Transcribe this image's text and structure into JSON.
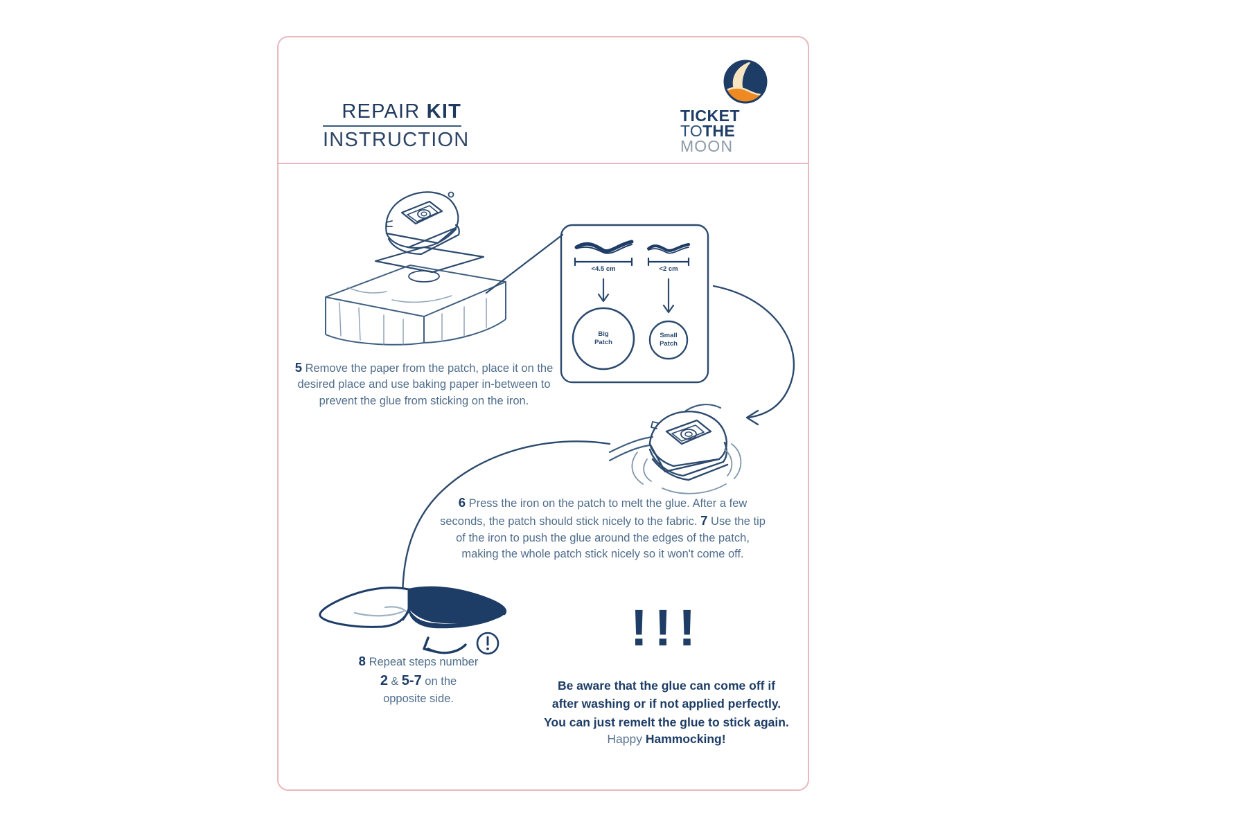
{
  "document": {
    "title_line1_normal": "REPAIR ",
    "title_line1_bold": "KIT",
    "title_line2": "INSTRUCTION"
  },
  "logo": {
    "line1": "TICKET",
    "line2_normal": "TO",
    "line2_bold": "THE",
    "line3": "MOON",
    "mark": "crescent-moon-icon",
    "colors": {
      "navy": "#1d3c66",
      "cream": "#f7e5c2",
      "orange": "#ef8a22"
    }
  },
  "theme": {
    "border": "#e9b8bd",
    "ink_navy": "#1d3c66",
    "body_text": "#4f6d8b",
    "line": "#2c4a6e"
  },
  "patch_selector": {
    "big": {
      "size_label": "<4.5 cm",
      "circle_label_line1": "Big",
      "circle_label_line2": "Patch"
    },
    "small": {
      "size_label": "<2 cm",
      "circle_label_line1": "Small",
      "circle_label_line2": "Patch"
    }
  },
  "steps": {
    "step5": {
      "number": "5",
      "text": "Remove the paper from the patch, place it on the desired place and use baking paper in-between to prevent the glue from sticking on the iron."
    },
    "step6": {
      "number": "6",
      "text": "Press the iron on the patch to melt the glue. After a few seconds, the patch should stick nicely to the fabric."
    },
    "step7": {
      "number": "7",
      "text": "Use the tip of the iron to push the glue around the edges of the patch, making the whole patch stick nicely so it won't come off."
    },
    "step8": {
      "number": "8",
      "lead": "Repeat steps number",
      "ref1": "2",
      "amp": "&",
      "ref2": "5-7",
      "tail_a": "on the",
      "tail_b": "opposite side."
    }
  },
  "warning": {
    "marks": "!!!",
    "line1": "Be aware that the glue can come off if",
    "line2": "after washing or if not applied perfectly.",
    "line3": "You can just remelt the glue to stick again.",
    "happy_normal": "Happy ",
    "happy_bold": "Hammocking!"
  },
  "figures": {
    "iron_over_table": "iron-over-ironing-table-illustration",
    "iron_pressing": "iron-pressing-with-motion-lines-illustration",
    "fabric_flip": "fabric-flip-illustration",
    "exclamation_badge": "exclamation-circle-icon"
  }
}
